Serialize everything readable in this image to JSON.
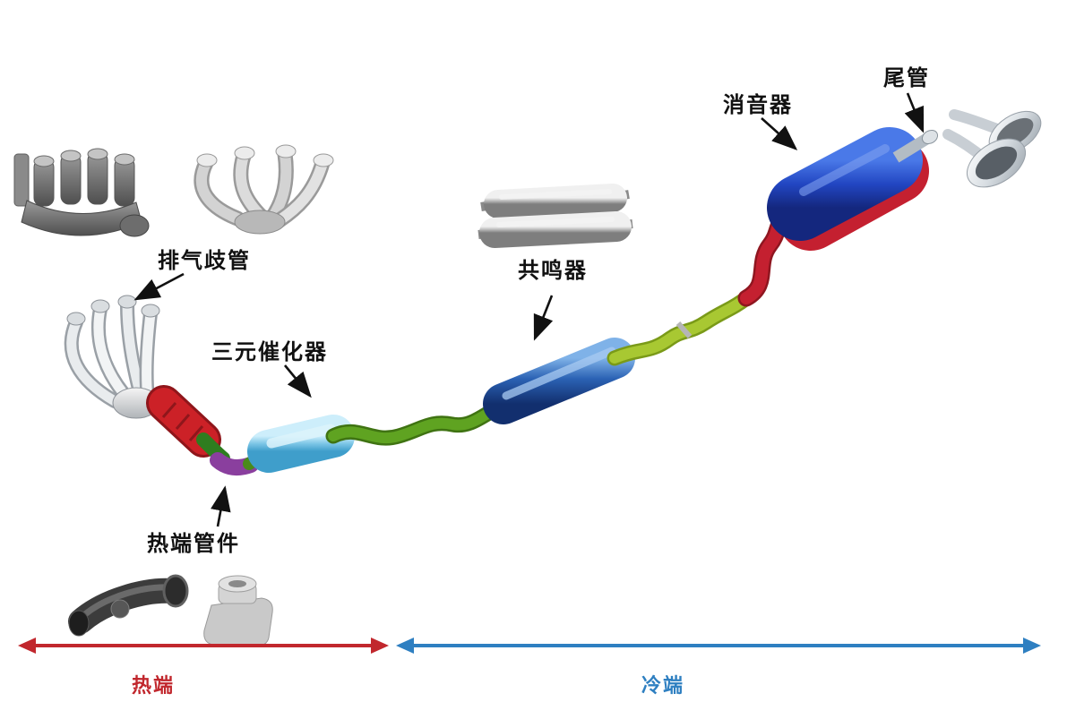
{
  "labels": {
    "exhaust_manifold": "排气歧管",
    "catalytic_converter": "三元催化器",
    "hot_end_pipe": "热端管件",
    "resonator": "共鸣器",
    "muffler": "消音器",
    "tail_pipe": "尾管"
  },
  "zones": {
    "hot_end": "热端",
    "cold_end": "冷端"
  },
  "colors": {
    "hot_zone": "#c1272d",
    "cold_zone": "#2e7fc1",
    "label_text": "#111111",
    "flex_red": "#cc2127",
    "connector_green": "#2e7d1f",
    "elbow_purple": "#8a3f9e",
    "pipe_green": "#5fa321",
    "pipe_yellow_green": "#a8c832",
    "tail_red_pipe": "#c42030",
    "muffler_red": "#c42030",
    "tailpipe_gray": "#b3bcc4"
  }
}
